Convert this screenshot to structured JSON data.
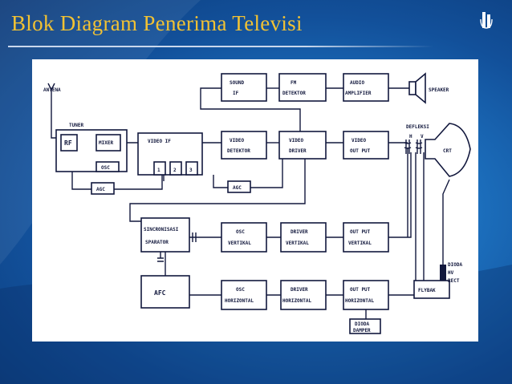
{
  "slide": {
    "title": "Blok Diagram Penerima Televisi",
    "colors": {
      "background": "#1c6fbd",
      "title": "#f2c233",
      "ink": "#12183d"
    }
  },
  "diagram": {
    "antenna_label": "ANTENA",
    "tuner_label": "TUNER",
    "rf_label": "RF",
    "mixer_label": "MIXER",
    "osc_label": "OSC",
    "video_if_label": "VIDEO IF",
    "if_stages": [
      "1",
      "2",
      "3"
    ],
    "video_detektor": [
      "VIDEO",
      "DETEKTOR"
    ],
    "video_driver": [
      "VIDEO",
      "DRIVER"
    ],
    "video_output": [
      "VIDEO",
      "OUT PUT"
    ],
    "sound_if": [
      "SOUND",
      "IF"
    ],
    "fm_detektor": [
      "FM",
      "DETEKTOR"
    ],
    "audio_amplifier": [
      "AUDIO",
      "AMPLIFIER"
    ],
    "speaker_label": "SPEAKER",
    "agc_tuner_label": "AGC",
    "agc_if_label": "AGC",
    "defleksi_label": "DEFLEKSI",
    "h_label": "H",
    "v_label": "V",
    "crt_label": "CRT",
    "sinkronisasi": [
      "SINCRONISASI",
      "SPARATOR"
    ],
    "osc_vertikal": [
      "OSC",
      "VERTIKAL"
    ],
    "driver_vertikal": [
      "DRIVER",
      "VERTIKAL"
    ],
    "output_vertikal": [
      "OUT PUT",
      "VERTIKAL"
    ],
    "afc_label": "AFC",
    "osc_horizontal": [
      "OSC",
      "HORIZONTAL"
    ],
    "driver_horizontal": [
      "DRIVER",
      "HORIZONTAL"
    ],
    "output_horizontal": [
      "OUT PUT",
      "HORIZONTAL"
    ],
    "dioda_damper": [
      "DIODA",
      "DAMPER"
    ],
    "flyback_label": "FLYBAK",
    "dioda_hv": [
      "DIODA",
      "HV",
      "RECT"
    ]
  }
}
